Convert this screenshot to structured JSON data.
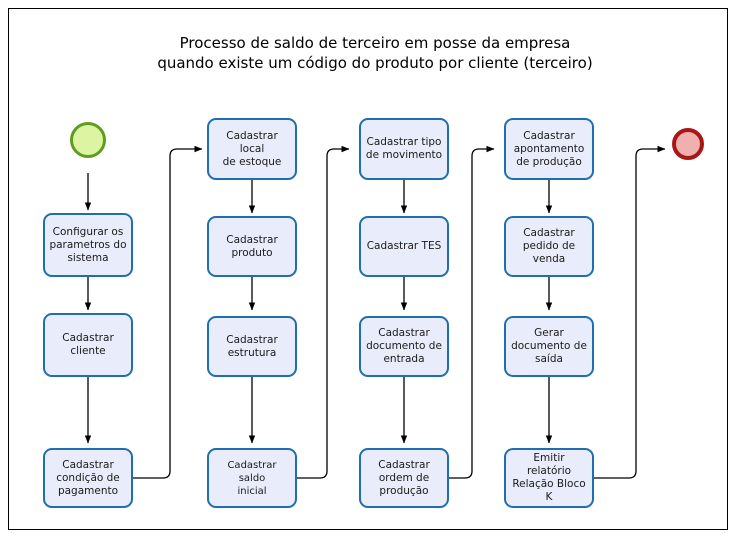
{
  "diagram": {
    "title": "Processo de saldo de terceiro em posse da empresa\nquando existe um código do produto por cliente (terceiro)",
    "colors": {
      "node_fill": "#e9edfb",
      "node_border": "#1f6eb0",
      "start_fill": "#ddf5a3",
      "start_border": "#5f9c20",
      "end_fill": "#f0b0b0",
      "end_border": "#a81616",
      "edge": "#000000",
      "frame": "#000000"
    },
    "start_node": {
      "label": "",
      "name": "start-event"
    },
    "end_node": {
      "label": "",
      "name": "end-event"
    },
    "columns": [
      {
        "name": "column-1",
        "nodes": [
          {
            "id": "configurar-parametros",
            "label": "Configurar os\nparametros do\nsistema"
          },
          {
            "id": "cadastrar-cliente",
            "label": "Cadastrar\ncliente"
          },
          {
            "id": "cadastrar-condicao-pagamento",
            "label": "Cadastrar\ncondição de\npagamento"
          }
        ]
      },
      {
        "name": "column-2",
        "nodes": [
          {
            "id": "cadastrar-local-estoque",
            "label": "Cadastrar local\nde estoque"
          },
          {
            "id": "cadastrar-produto",
            "label": "Cadastrar\nproduto"
          },
          {
            "id": "cadastrar-estrutura",
            "label": "Cadastrar\nestrutura"
          },
          {
            "id": "cadastrar-saldo-inicial",
            "label": "Cadastrar saldo\ninicial"
          }
        ]
      },
      {
        "name": "column-3",
        "nodes": [
          {
            "id": "cadastrar-tipo-movimento",
            "label": "Cadastrar tipo\nde movimento"
          },
          {
            "id": "cadastrar-tes",
            "label": "Cadastrar TES"
          },
          {
            "id": "cadastrar-documento-entrada",
            "label": "Cadastrar\ndocumento de\nentrada"
          },
          {
            "id": "cadastrar-ordem-producao",
            "label": "Cadastrar\nordem de\nprodução"
          }
        ]
      },
      {
        "name": "column-4",
        "nodes": [
          {
            "id": "cadastrar-apontamento-producao",
            "label": "Cadastrar\napontamento\nde produção"
          },
          {
            "id": "cadastrar-pedido-venda",
            "label": "Cadastrar\npedido de\nvenda"
          },
          {
            "id": "gerar-documento-saida",
            "label": "Gerar\ndocumento de\nsaída"
          },
          {
            "id": "emitir-relatorio-bloco-k",
            "label": "Emitir relatório\nRelação Bloco\nK"
          }
        ]
      }
    ]
  }
}
